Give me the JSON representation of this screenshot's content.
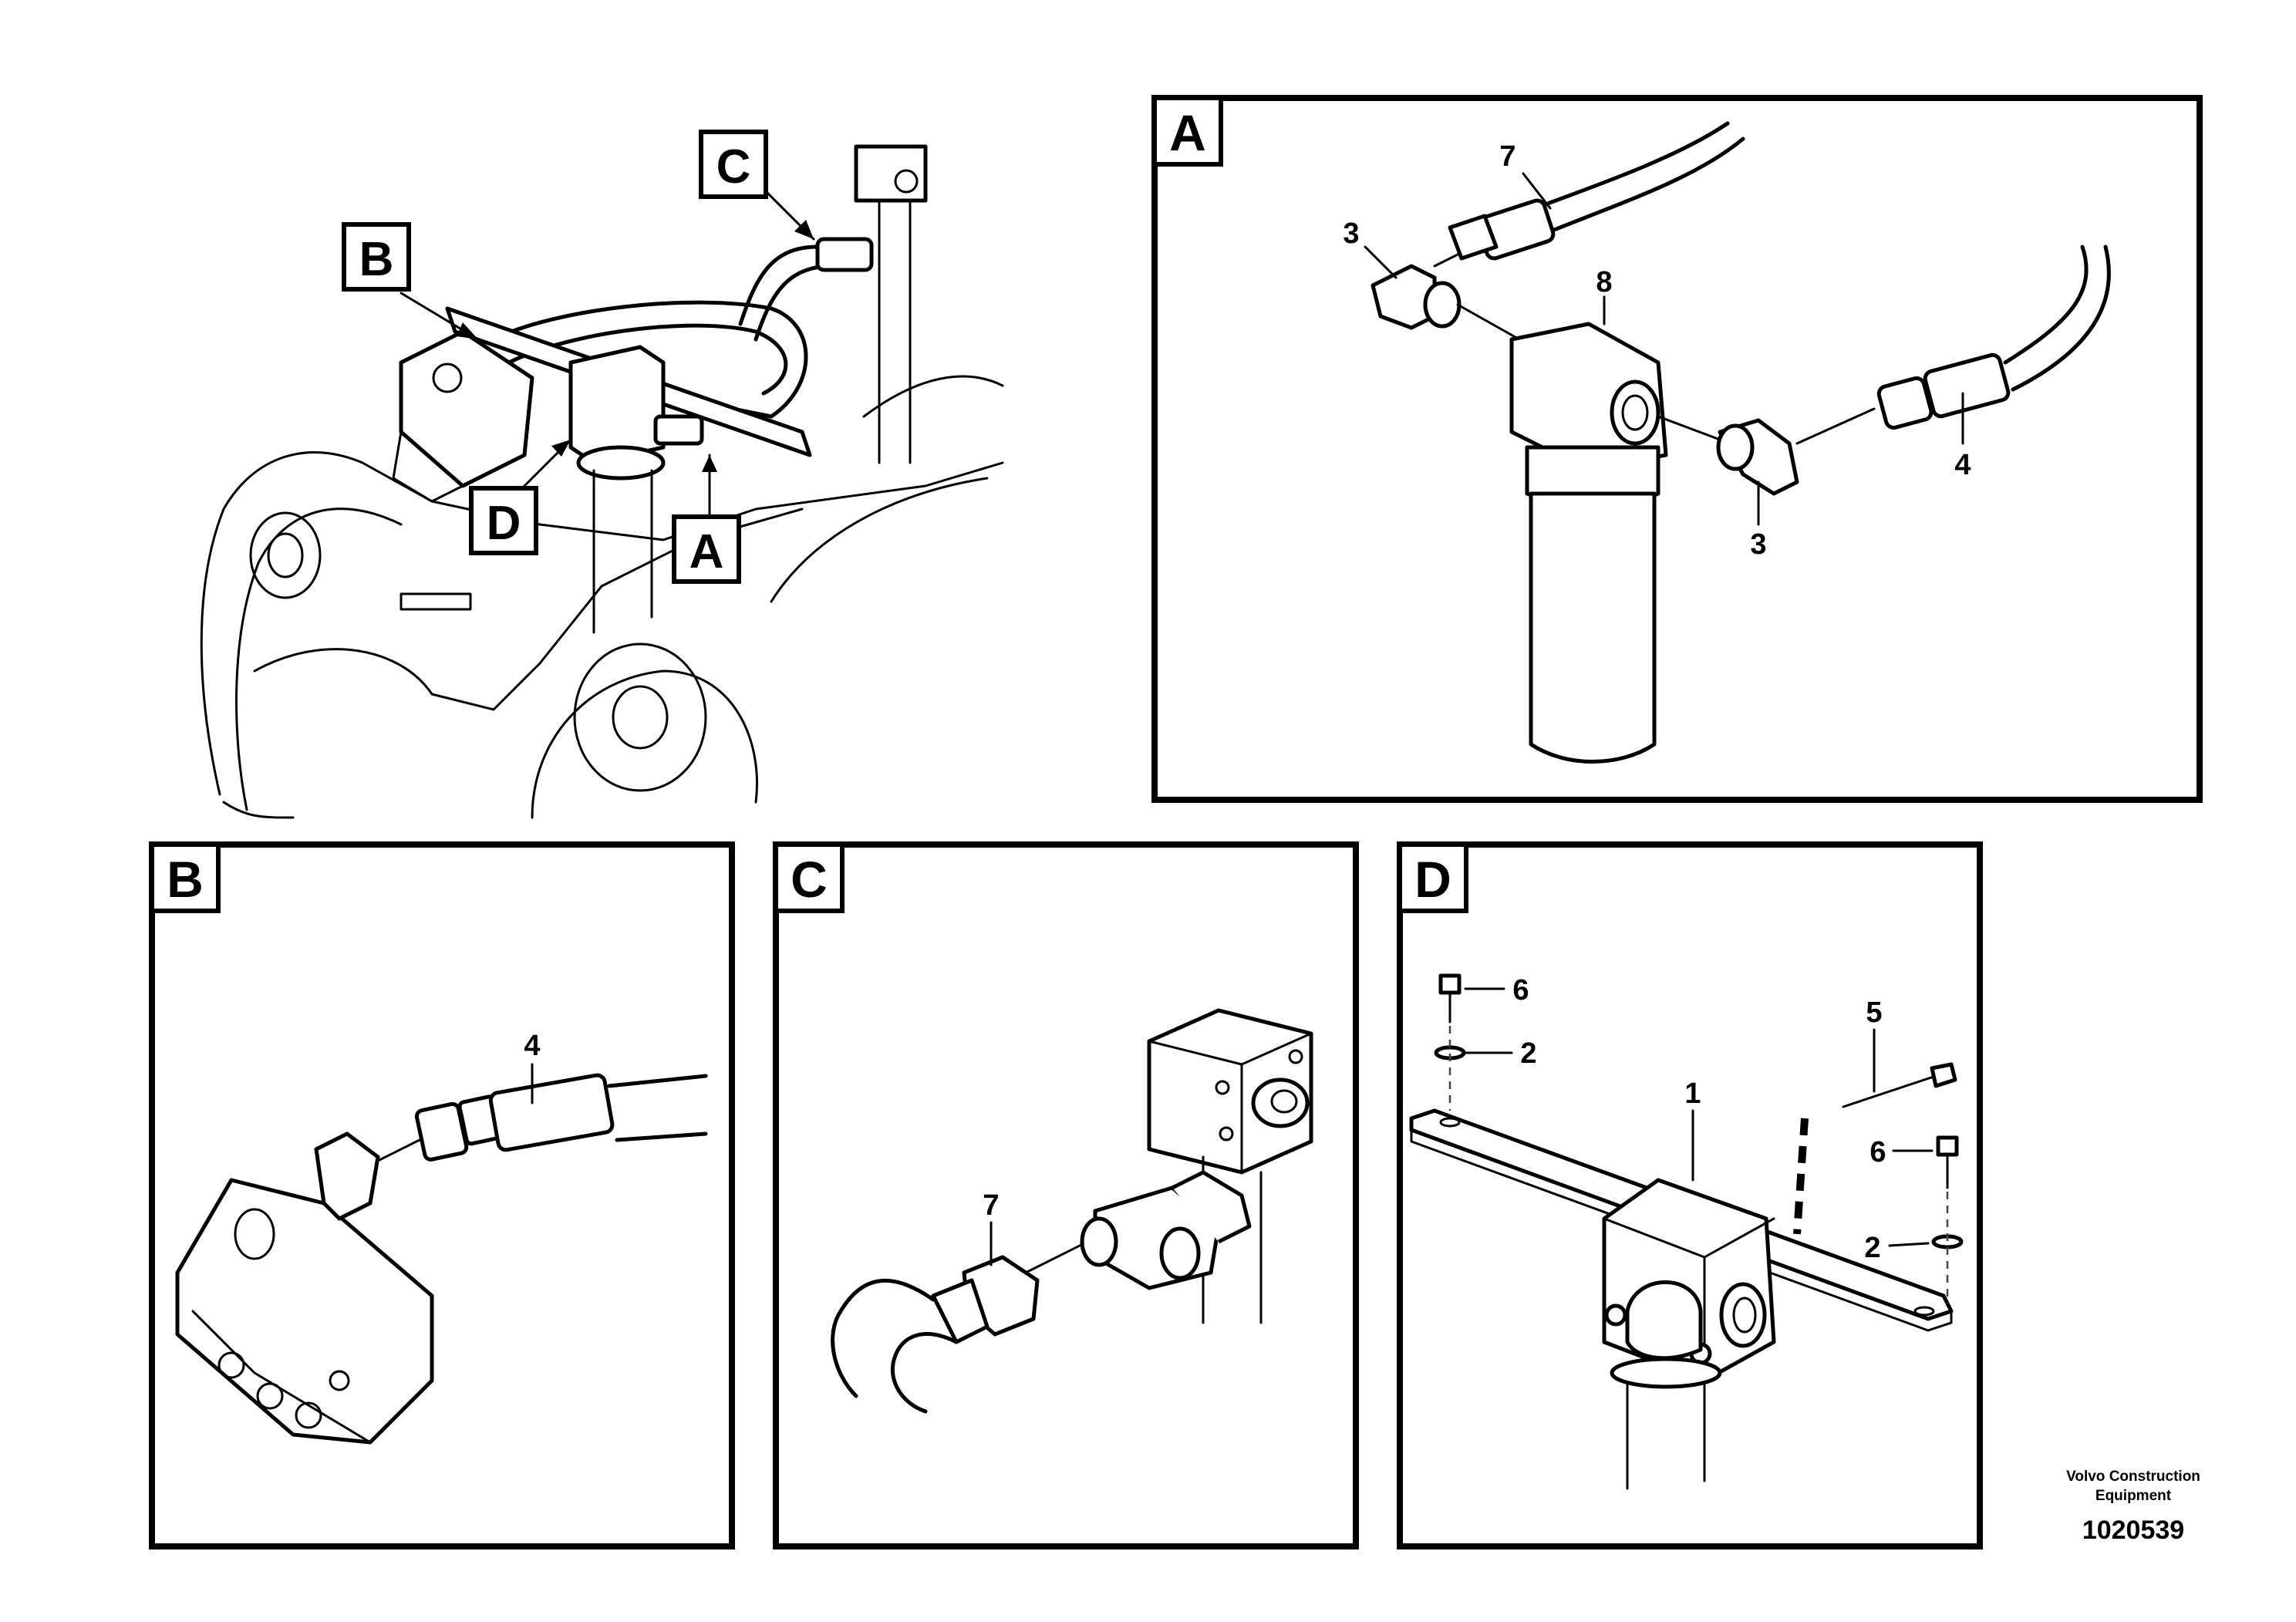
{
  "callouts": {
    "overview": [
      "A",
      "B",
      "C",
      "D"
    ],
    "panel_a": {
      "title": "A",
      "parts": [
        "7",
        "3",
        "8",
        "4",
        "3"
      ]
    },
    "panel_b": {
      "title": "B",
      "parts": [
        "4"
      ]
    },
    "panel_c": {
      "title": "C",
      "parts": [
        "7"
      ]
    },
    "panel_d": {
      "title": "D",
      "parts": [
        "6",
        "2",
        "5",
        "1",
        "6",
        "2"
      ]
    }
  },
  "footer": {
    "company_line1": "Volvo Construction",
    "company_line2": "Equipment",
    "drawing_number": "1020539"
  }
}
